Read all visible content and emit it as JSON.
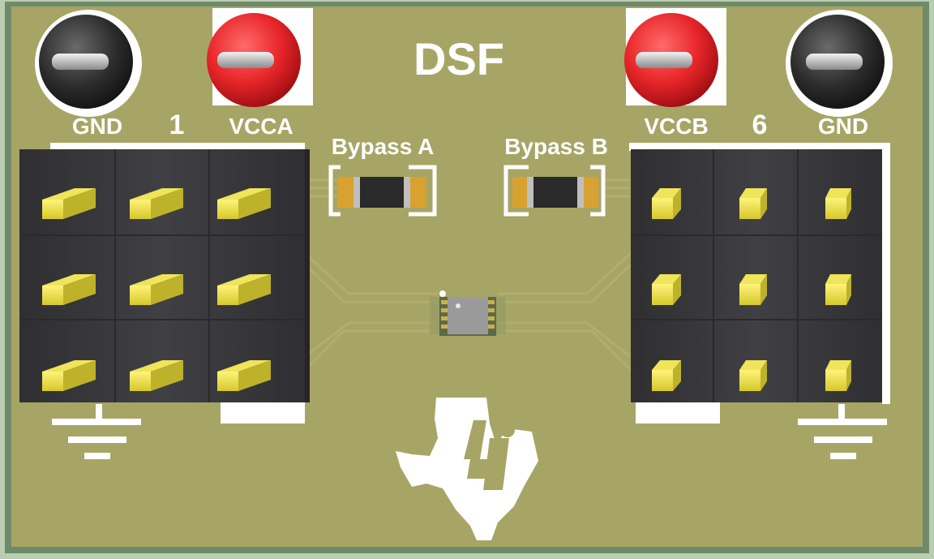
{
  "board": {
    "colors": {
      "pcb": "#a7a566",
      "edge": "#6e8a68",
      "silkscreen": "#ffffff",
      "header": "#3b3b3e",
      "pin": "#e0d63c",
      "test_point_gnd": "#2a2a2a",
      "test_point_vcc": "#e8262a"
    }
  },
  "labels": {
    "title": "DSF",
    "gnd_left": "GND",
    "pin1": "1",
    "vcca": "VCCA",
    "bypass_a": "Bypass A",
    "bypass_b": "Bypass B",
    "vccb": "VCCB",
    "pin6": "6",
    "gnd_right": "GND"
  },
  "icons": {
    "ground": "ground-symbol-icon",
    "logo": "texas-instruments-logo-icon"
  }
}
